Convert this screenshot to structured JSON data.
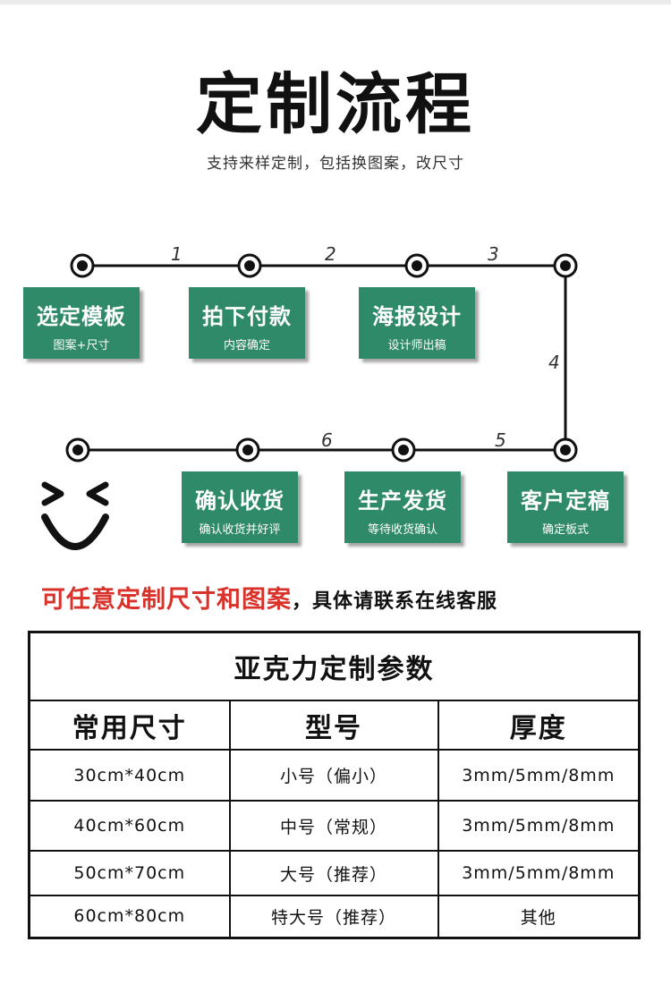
{
  "header": {
    "title": "定制流程",
    "subtitle": "支持来样定制，包括换图案，改尺寸"
  },
  "flow": {
    "step_numbers": [
      "1",
      "2",
      "3",
      "4",
      "5",
      "6"
    ],
    "steps": [
      {
        "title": "选定模板",
        "subtitle": "图案+尺寸"
      },
      {
        "title": "拍下付款",
        "subtitle": "内容确定"
      },
      {
        "title": "海报设计",
        "subtitle": "设计师出稿"
      },
      {
        "title": "客户定稿",
        "subtitle": "确定板式"
      },
      {
        "title": "生产发货",
        "subtitle": "等待收货确认"
      },
      {
        "title": "确认收货",
        "subtitle": "确认收货并好评"
      }
    ],
    "colors": {
      "box": "#2f8a69",
      "line": "#111111"
    }
  },
  "note": {
    "highlight": "可任意定制尺寸和图案",
    "rest": "，具体请联系在线客服",
    "highlight_color": "#d8322b"
  },
  "table": {
    "caption": "亚克力定制参数",
    "headers": [
      "常用尺寸",
      "型号",
      "厚度"
    ],
    "rows": [
      [
        "30cm*40cm",
        "小号（偏小）",
        "3mm/5mm/8mm"
      ],
      [
        "40cm*60cm",
        "中号（常规）",
        "3mm/5mm/8mm"
      ],
      [
        "50cm*70cm",
        "大号（推荐）",
        "3mm/5mm/8mm"
      ],
      [
        "60cm*80cm",
        "特大号（推荐）",
        "其他"
      ]
    ]
  },
  "icons": [
    "smiley-icon",
    "node-dot-icon"
  ]
}
